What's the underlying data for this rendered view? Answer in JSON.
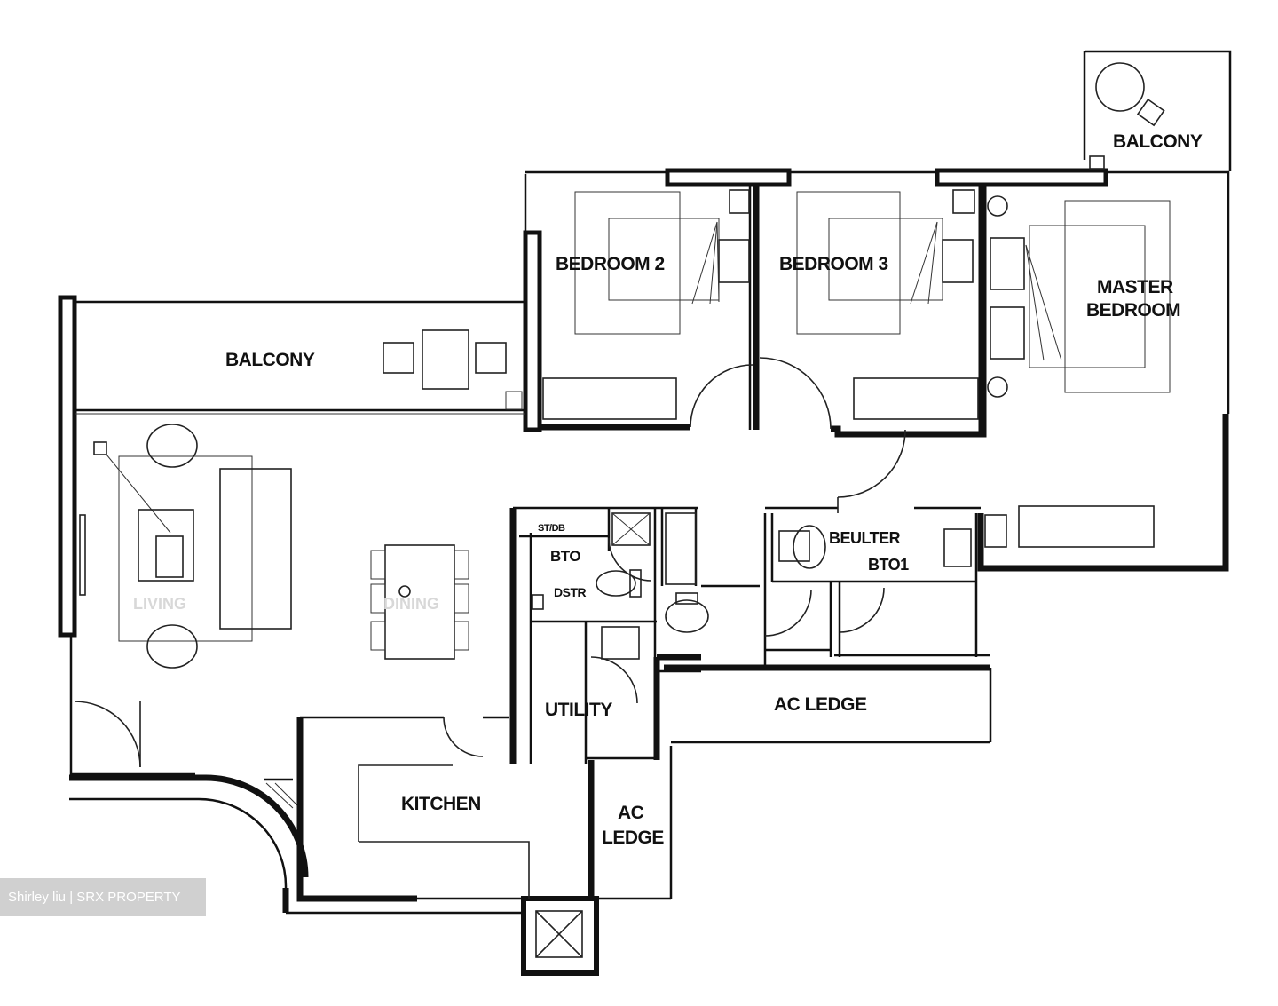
{
  "rooms": {
    "balcony_top": "BALCONY",
    "bedroom_2": "BEDROOM 2",
    "bedroom_3": "BEDROOM 3",
    "master_bedroom_line1": "MASTER",
    "master_bedroom_line2": "BEDROOM",
    "balcony_main": "BALCONY",
    "living": "LIVING",
    "dining": "DINING",
    "bath_1": "BTO",
    "bath_1_sub": "DSTR",
    "store": "ST/DB",
    "bath_master_line1": "BEULTER",
    "bath_master_line2": "BTO1",
    "utility": "UTILITY",
    "ac_ledge_1": "AC LEDGE",
    "kitchen": "KITCHEN",
    "ac_ledge_2_line1": "AC",
    "ac_ledge_2_line2": "LEDGE"
  },
  "watermark": "Shirley liu | SRX PROPERTY",
  "colors": {
    "wall": "#111111",
    "background": "#ffffff",
    "watermark_bg": "#c8c8c8"
  }
}
